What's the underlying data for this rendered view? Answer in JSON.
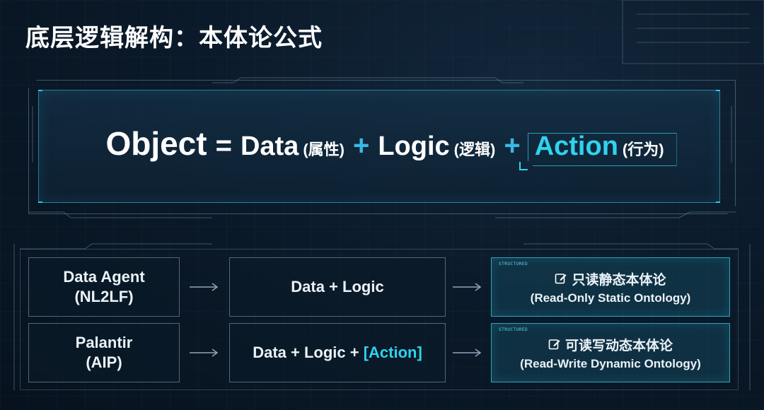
{
  "title": "底层逻辑解构：本体论公式",
  "formula": {
    "object": "Object",
    "equals": "=",
    "data": "Data",
    "data_cn": "(属性)",
    "plus1": "+",
    "logic": "Logic",
    "logic_cn": "(逻辑)",
    "plus2": "+",
    "action": "Action",
    "action_cn": "(行为)"
  },
  "rows": [
    {
      "name_line1": "Data Agent",
      "name_line2": "(NL2LF)",
      "formula_text": "Data + Logic",
      "formula_action": "",
      "tag": "STRUCTURED",
      "result_title": "只读静态本体论",
      "result_sub": "(Read-Only Static Ontology)"
    },
    {
      "name_line1": "Palantir",
      "name_line2": "(AIP)",
      "formula_text": "Data + Logic + ",
      "formula_action": "[Action]",
      "tag": "STRUCTURED",
      "result_title": "可读写动态本体论",
      "result_sub": "(Read-Write Dynamic Ontology)"
    }
  ],
  "colors": {
    "accent_cyan": "#2fd3ee",
    "plus_blue": "#39b9e8",
    "background": "#0b1a2a"
  }
}
